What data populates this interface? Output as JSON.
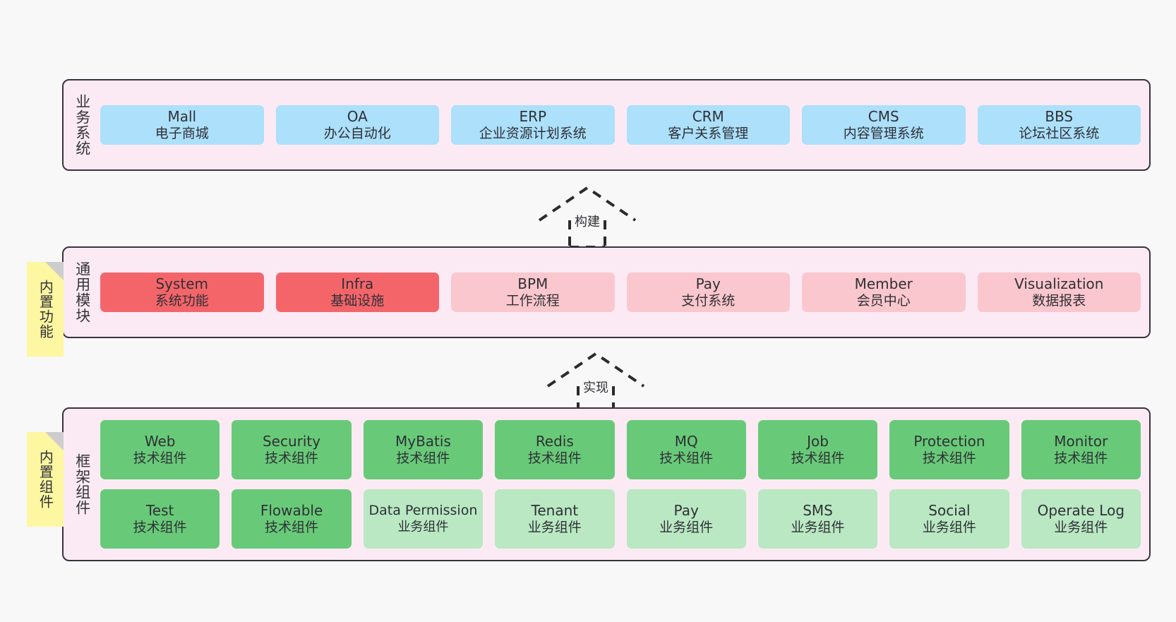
{
  "diagram": {
    "background_color": "#f8f8f8",
    "container_color": "#fbeaf4",
    "border_color": "#3b3340",
    "sticky_color": "#fcf7a0"
  },
  "layers": [
    {
      "key": "business",
      "label": "业务系统",
      "sticky": null,
      "rows": [
        {
          "items": [
            {
              "title": "Mall",
              "sub": "电子商城",
              "color": "blue"
            },
            {
              "title": "OA",
              "sub": "办公自动化",
              "color": "blue"
            },
            {
              "title": "ERP",
              "sub": "企业资源计划系统",
              "color": "blue"
            },
            {
              "title": "CRM",
              "sub": "客户关系管理",
              "color": "blue"
            },
            {
              "title": "CMS",
              "sub": "内容管理系统",
              "color": "blue"
            },
            {
              "title": "BBS",
              "sub": "论坛社区系统",
              "color": "blue"
            }
          ]
        }
      ]
    },
    {
      "key": "common",
      "label": "通用模块",
      "sticky": "内置功能",
      "rows": [
        {
          "items": [
            {
              "title": "System",
              "sub": "系统功能",
              "color": "red"
            },
            {
              "title": "Infra",
              "sub": "基础设施",
              "color": "red"
            },
            {
              "title": "BPM",
              "sub": "工作流程",
              "color": "pink"
            },
            {
              "title": "Pay",
              "sub": "支付系统",
              "color": "pink"
            },
            {
              "title": "Member",
              "sub": "会员中心",
              "color": "pink"
            },
            {
              "title": "Visualization",
              "sub": "数据报表",
              "color": "pink"
            }
          ]
        }
      ]
    },
    {
      "key": "framework",
      "label": "框架组件",
      "sticky": "内置组件",
      "rows": [
        {
          "items": [
            {
              "title": "Web",
              "sub": "技术组件",
              "color": "green"
            },
            {
              "title": "Security",
              "sub": "技术组件",
              "color": "green"
            },
            {
              "title": "MyBatis",
              "sub": "技术组件",
              "color": "green"
            },
            {
              "title": "Redis",
              "sub": "技术组件",
              "color": "green"
            },
            {
              "title": "MQ",
              "sub": "技术组件",
              "color": "green"
            },
            {
              "title": "Job",
              "sub": "技术组件",
              "color": "green"
            },
            {
              "title": "Protection",
              "sub": "技术组件",
              "color": "green"
            },
            {
              "title": "Monitor",
              "sub": "技术组件",
              "color": "green"
            }
          ]
        },
        {
          "items": [
            {
              "title": "Test",
              "sub": "技术组件",
              "color": "green"
            },
            {
              "title": "Flowable",
              "sub": "技术组件",
              "color": "green"
            },
            {
              "title": "Data Permission",
              "sub": "业务组件",
              "color": "green-light"
            },
            {
              "title": "Tenant",
              "sub": "业务组件",
              "color": "green-light"
            },
            {
              "title": "Pay",
              "sub": "业务组件",
              "color": "green-light"
            },
            {
              "title": "SMS",
              "sub": "业务组件",
              "color": "green-light"
            },
            {
              "title": "Social",
              "sub": "业务组件",
              "color": "green-light"
            },
            {
              "title": "Operate Log",
              "sub": "业务组件",
              "color": "green-light"
            }
          ]
        }
      ]
    }
  ],
  "connectors": [
    {
      "key": "build",
      "label": "构建"
    },
    {
      "key": "implement",
      "label": "实现"
    }
  ]
}
